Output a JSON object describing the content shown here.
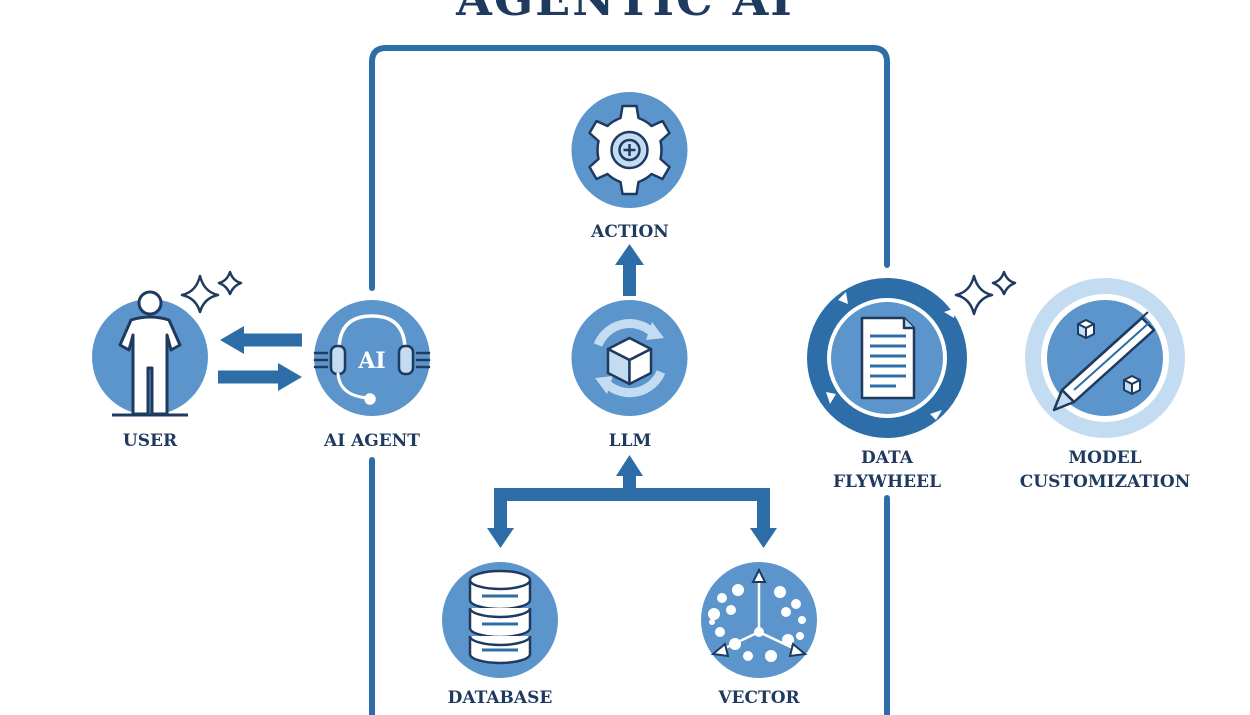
{
  "title": "AGENTIC AI",
  "colors": {
    "primary": "#2d6ea8",
    "medium": "#5b95cc",
    "light": "#c4dcf1",
    "dark": "#1f3a5f",
    "white": "#ffffff"
  },
  "nodes": {
    "user": {
      "label": "USER",
      "icon": "person-icon"
    },
    "ai_agent": {
      "label": "AI AGENT",
      "badge": "AI",
      "icon": "headset-icon"
    },
    "action": {
      "label": "ACTION",
      "icon": "gear-icon"
    },
    "llm": {
      "label": "LLM",
      "icon": "cube-cycle-icon"
    },
    "database": {
      "label": "DATABASE",
      "icon": "database-icon"
    },
    "vector": {
      "label": "VECTOR",
      "icon": "vector-icon"
    },
    "data_flywheel": {
      "label_line1": "DATA",
      "label_line2": "FLYWHEEL",
      "icon": "document-icon"
    },
    "model_customization": {
      "label_line1": "MODEL",
      "label_line2": "CUSTOMIZATION",
      "icon": "pencil-icon"
    }
  }
}
